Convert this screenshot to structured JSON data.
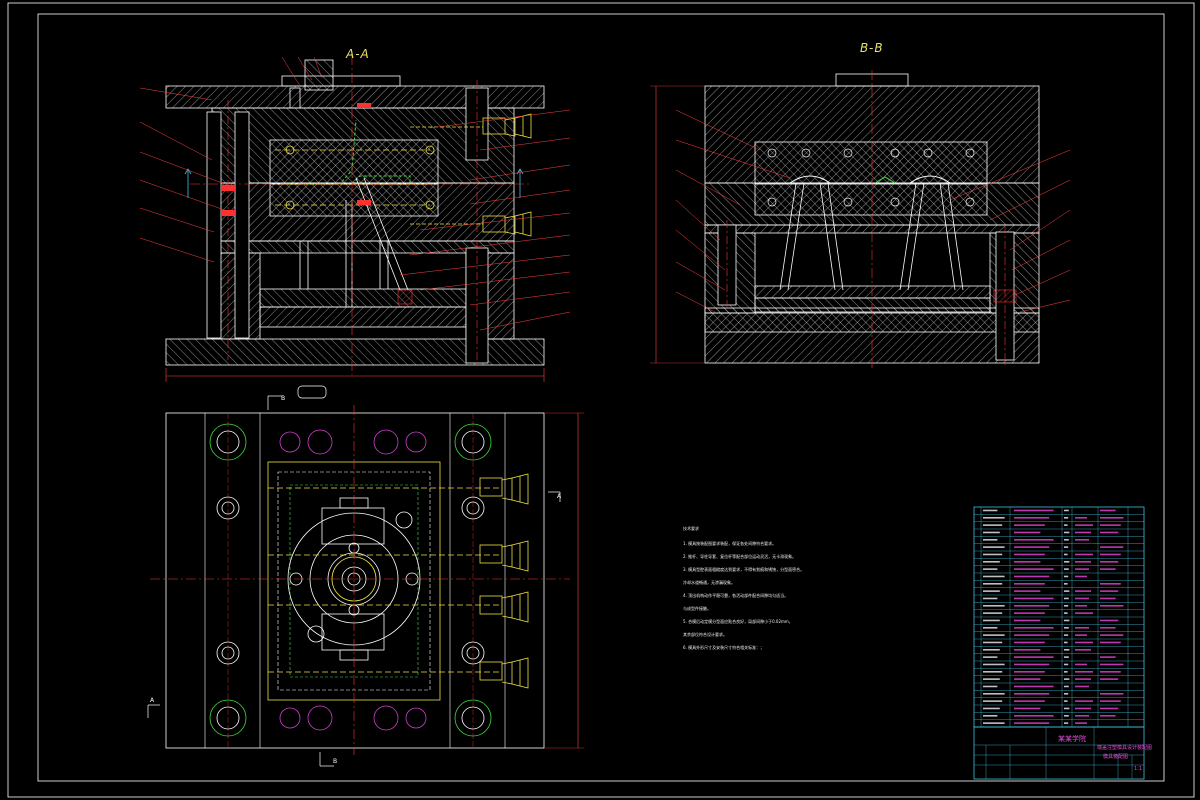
{
  "sheet": {
    "views": {
      "section_aa": "A-A",
      "section_bb": "B-B"
    },
    "plan_markers": {
      "b_top": "B",
      "b_bottom": "B",
      "a_left": "A",
      "a_right": "A"
    },
    "colors": {
      "background": "#000000",
      "outline": "#ffffff",
      "hatch": "#ffffff",
      "centerline": "#ff3030",
      "dimension": "#ff4040",
      "leader": "#ff4040",
      "cavity": "#f0e040",
      "cooling": "#f0e040",
      "green": "#40e040",
      "magenta": "#d040d0",
      "cyan_table": "#40c0e0",
      "title_block": "#e040d0"
    }
  },
  "notes": {
    "title": "技术要求",
    "items": [
      "1. 模具按装配图要求装配，保证各处间隙符合要求。",
      "2. 推杆、导柱导套、复位杆等配合部位运动灵活，无卡滞现象。",
      "3. 模具型腔表面粗糙度达到要求，不得有划痕和锈蚀，分型面密合。",
      "   冷却水道畅通，无渗漏现象。",
      "4. 顶出机构动作平稳可靠，各活动部件配合间隙均匀适当。",
      "   与成型件接触。",
      "5. 合模后动定模分型面应贴合良好，局部间隙小于0.02mm，",
      "   其余部位符合设计要求。",
      "6. 模具外形尺寸及安装尺寸符合相关标准：；"
    ]
  },
  "title_block": {
    "company": "某某学院",
    "drawing_name": "端盖注塑模具设计装配图",
    "drawing_subtitle": "模具装配图",
    "scale": "1:1"
  }
}
